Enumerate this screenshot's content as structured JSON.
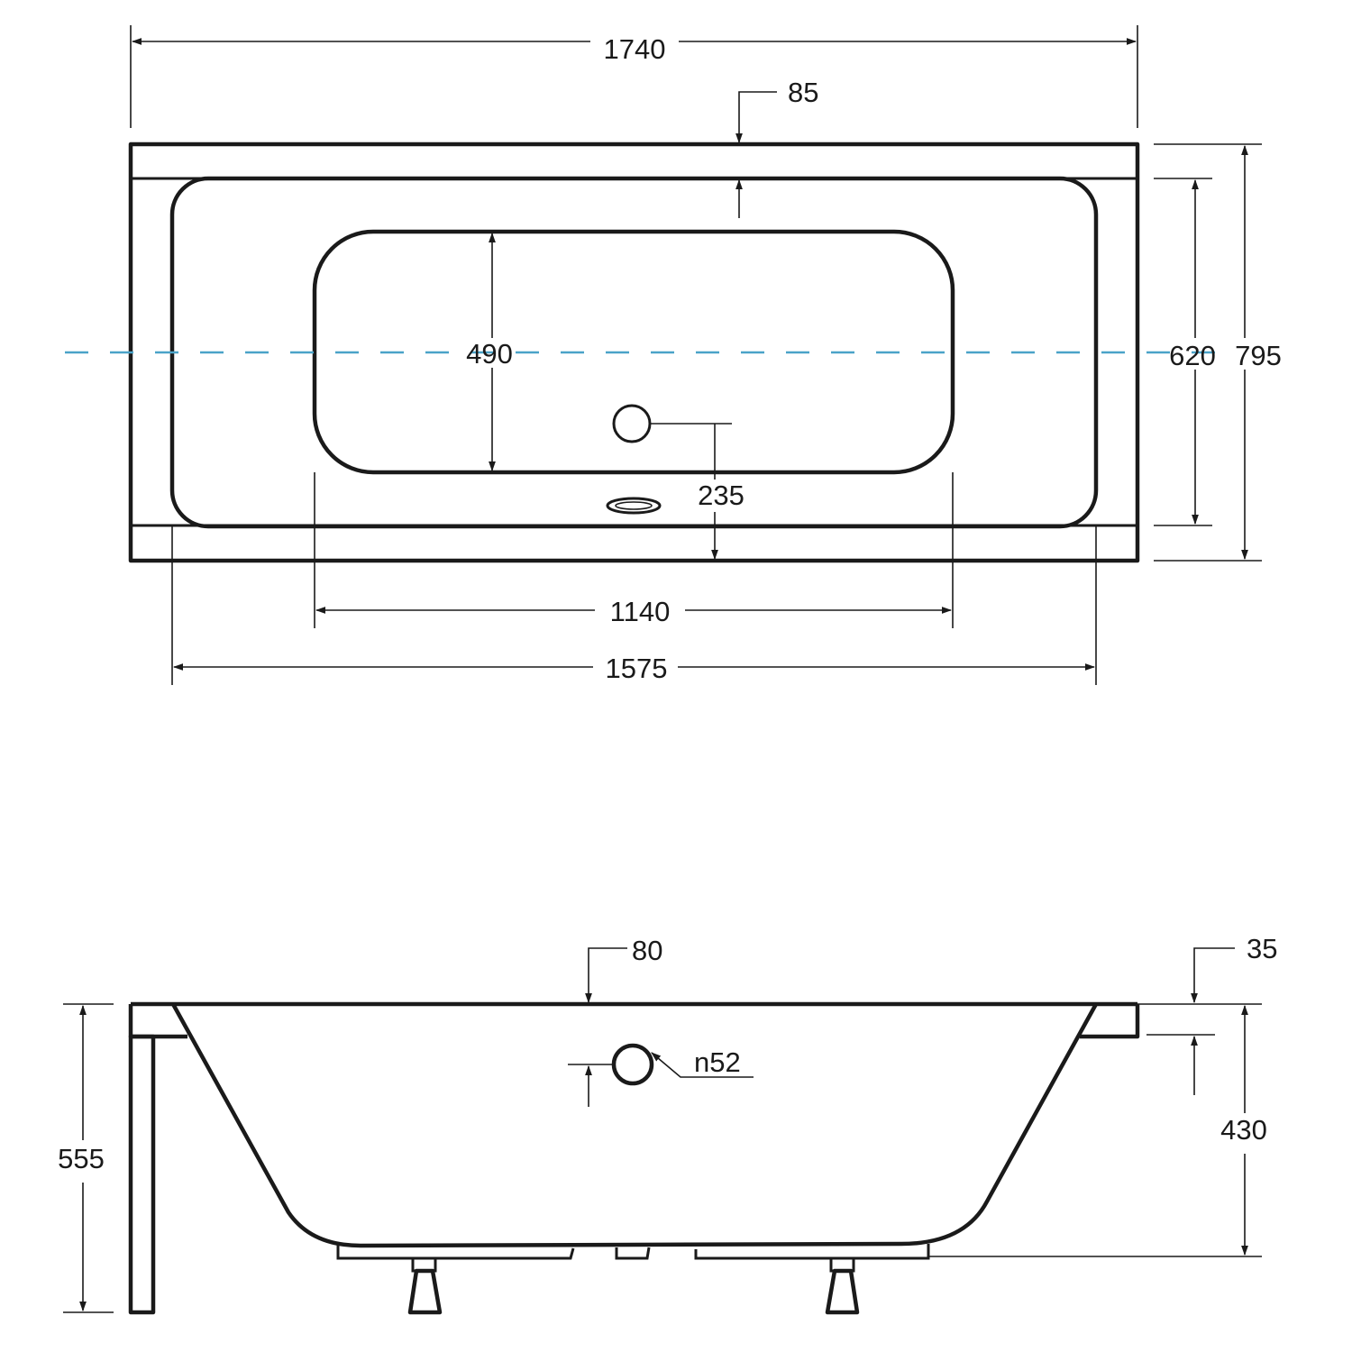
{
  "top_view": {
    "overall_length": "1740",
    "rim_width": "85",
    "inner_length": "1575",
    "bottom_length": "1140",
    "bottom_width": "490",
    "inner_width": "620",
    "overall_width": "795",
    "drain_offset": "235"
  },
  "side_view": {
    "rim_thickness": "80",
    "rim_offset": "35",
    "overflow_diameter": "n52",
    "total_height": "555",
    "bath_depth": "430"
  },
  "colors": {
    "outline": "#1a1a1a",
    "center_line": "#4aa3c8",
    "background": "#ffffff"
  }
}
